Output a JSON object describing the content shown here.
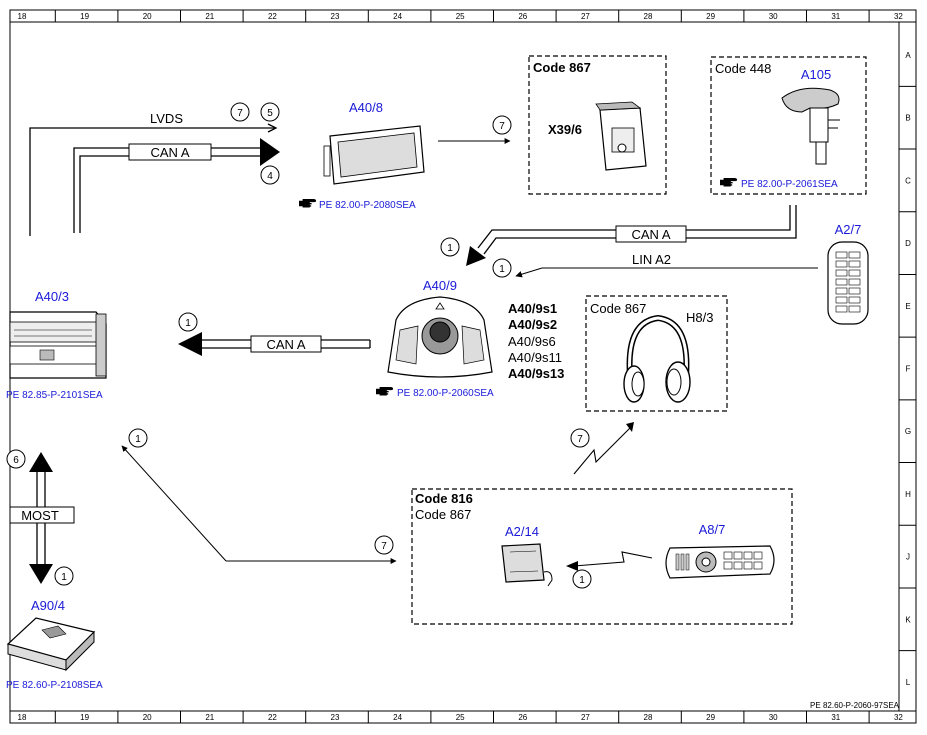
{
  "grid": {
    "columns": [
      "18",
      "19",
      "20",
      "21",
      "22",
      "23",
      "24",
      "25",
      "26",
      "27",
      "28",
      "29",
      "30",
      "31",
      "32"
    ],
    "rows": [
      "A",
      "B",
      "C",
      "D",
      "E",
      "F",
      "G",
      "H",
      "J",
      "K",
      "L"
    ]
  },
  "buses": {
    "lvds": "LVDS",
    "can_a": "CAN A",
    "lin_a2": "LIN A2",
    "most": "MOST"
  },
  "components": {
    "a40_8": "A40/8",
    "a40_9": "A40/9",
    "a40_3": "A40/3",
    "a90_4": "A90/4",
    "a105": "A105",
    "a2_7": "A2/7",
    "a2_14": "A2/14",
    "a8_7": "A8/7",
    "x39_6": "X39/6",
    "h8_3": "H8/3",
    "a40_9s1": "A40/9s1",
    "a40_9s2": "A40/9s2",
    "a40_9s6": "A40/9s6",
    "a40_9s11": "A40/9s11",
    "a40_9s13": "A40/9s13"
  },
  "codes": {
    "c867": "Code 867",
    "c448": "Code 448",
    "c816": "Code 816"
  },
  "refs": {
    "r2080": "PE 82.00-P-2080SEA",
    "r2061": "PE 82.00-P-2061SEA",
    "r2060": "PE 82.00-P-2060SEA",
    "r2101": "PE 82.85-P-2101SEA",
    "r2108": "PE 82.60-P-2108SEA",
    "footer": "PE 82.60-P-2060-97SEA"
  },
  "markers": {
    "m1": "1",
    "m4": "4",
    "m5": "5",
    "m6": "6",
    "m7": "7"
  },
  "icons": {
    "reference": "hand-pointer-icon"
  }
}
